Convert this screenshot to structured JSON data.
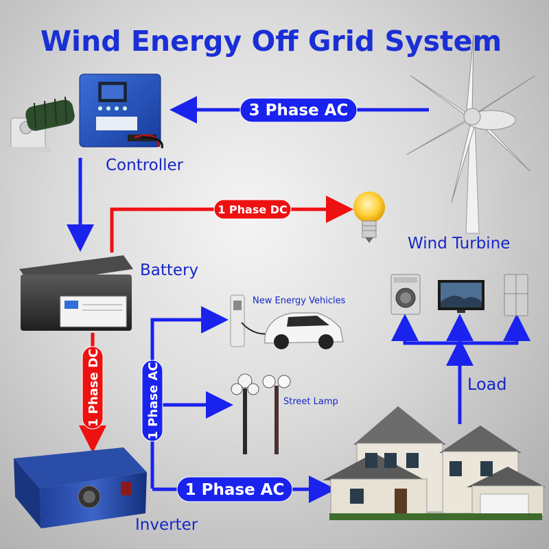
{
  "title": "Wind Energy Off Grid System",
  "components": {
    "controller": "Controller",
    "wind_turbine": "Wind Turbine",
    "battery": "Battery",
    "inverter": "Inverter",
    "load": "Load",
    "ev": "New Energy Vehicles",
    "street_lamp": "Street Lamp"
  },
  "connections": {
    "turbine_to_controller": "3 Phase AC",
    "controller_to_bulb": "1 Phase DC",
    "battery_to_inverter": "1 Phase DC",
    "inverter_branch": "1 Phase AC",
    "inverter_to_house": "1 Phase AC"
  },
  "colors": {
    "ac_line": "#1a22ee",
    "dc_line": "#ee1111",
    "title": "#1a2fd6"
  }
}
